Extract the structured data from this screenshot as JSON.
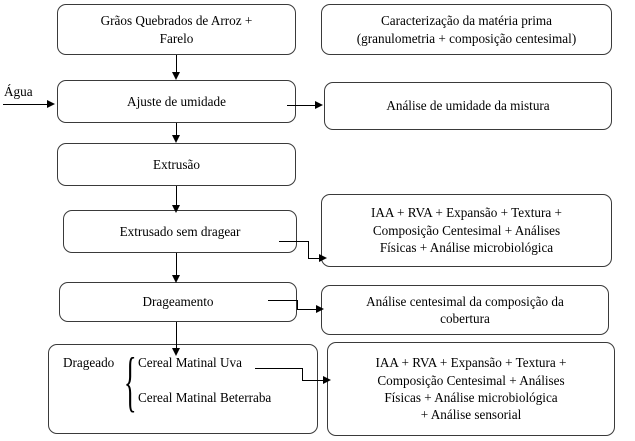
{
  "diagram": {
    "title": "Fluxograma de producao de cereal matinal extrudado",
    "language": "pt-BR",
    "stroke_color": "#3a3a3a",
    "text_color": "#000000",
    "background_color": "#ffffff"
  },
  "inputs": {
    "water_label": "Água"
  },
  "process_column": [
    {
      "id": "raw-materials",
      "line1": "Grãos Quebrados de Arroz   +",
      "line2": "Farelo"
    },
    {
      "id": "moisture-adjust",
      "line1": "Ajuste de umidade",
      "line2": ""
    },
    {
      "id": "extrusion",
      "line1": "Extrusão",
      "line2": ""
    },
    {
      "id": "extruded-uncoated",
      "line1": "Extrusado sem dragear",
      "line2": ""
    },
    {
      "id": "coating",
      "line1": "Drageamento",
      "line2": ""
    }
  ],
  "coated_group": {
    "label": "Drageado",
    "brace": "{",
    "items": [
      "Cereal Matinal Uva",
      "Cereal Matinal Beterraba"
    ]
  },
  "analysis_column": [
    {
      "id": "raw-material-characterization",
      "lines": [
        "Caracterização da matéria prima",
        "(granulometria + composição centesimal)"
      ]
    },
    {
      "id": "mixture-moisture-analysis",
      "lines": [
        "Análise de umidade da mistura"
      ]
    },
    {
      "id": "extruded-analyses",
      "lines": [
        "IAA + RVA + Expansão + Textura +",
        "Composição Centesimal + Análises",
        "Físicas + Análise microbiológica"
      ]
    },
    {
      "id": "coating-composition-analysis",
      "lines": [
        "Análise centesimal da composição da",
        "cobertura"
      ]
    },
    {
      "id": "coated-product-analyses",
      "lines": [
        "IAA + RVA + Expansão + Textura +",
        "Composição Centesimal + Análises",
        "Físicas + Análise microbiológica",
        "+ Análise sensorial"
      ]
    }
  ]
}
